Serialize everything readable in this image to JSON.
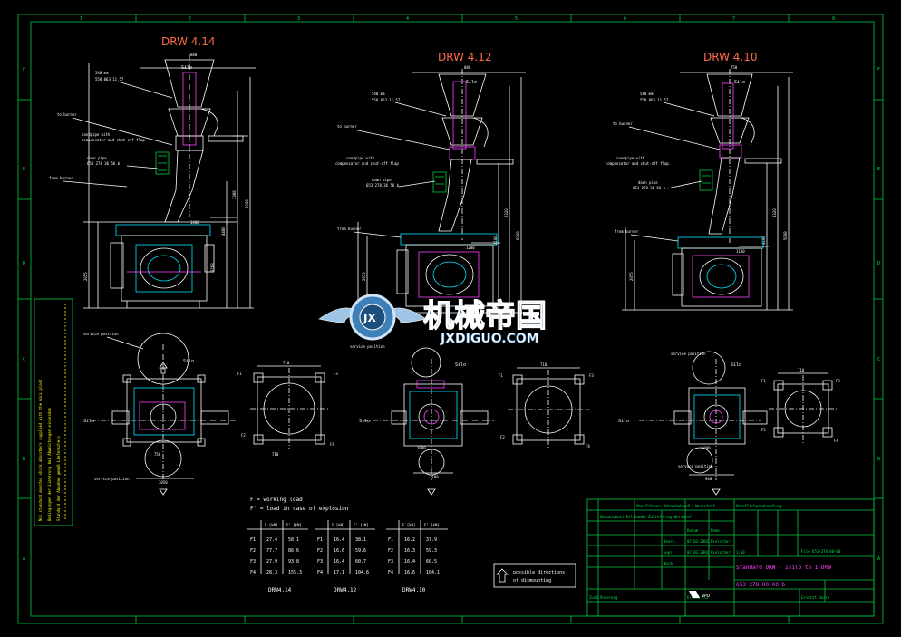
{
  "titles": [
    "DRW 4.14",
    "DRW 4.12",
    "DRW 4.10"
  ],
  "common": {
    "centerline": "Silo",
    "to_burner": "to burner",
    "from_burner": "from burner",
    "service_position": "service position",
    "left_labels": {
      "a": "540 mm",
      "b": "558 863 11 57",
      "c": "sandpipe with",
      "d": "compensator and shut-off flap",
      "e": "down pipe",
      "f": "653 278 36 56 b"
    }
  },
  "dims": {
    "d1": "1400",
    "d2": "880",
    "d3": "3388",
    "d4": "5908",
    "d5": "4488",
    "d6": "3768",
    "d7": "2055",
    "e1": "1200",
    "e2": "3320",
    "e3": "2320",
    "e4": "5008",
    "e5": "4108",
    "f1": "1180",
    "f2": "750",
    "f3": "710",
    "f4": "940",
    "f5": "3050",
    "f6": "1000"
  },
  "legend": {
    "l1": "F  = working load",
    "l2": "F' = load in case of explosion"
  },
  "load_tables": [
    {
      "caption": "DRW4.14",
      "header": [
        "",
        "F [kN]",
        "F' [kN]"
      ],
      "rows": [
        [
          "F1",
          "27.4",
          "58.1"
        ],
        [
          "F2",
          "77.7",
          "86.6"
        ],
        [
          "F3",
          "27.9",
          "93.8"
        ],
        [
          "F4",
          "28.3",
          "155.3"
        ]
      ]
    },
    {
      "caption": "DRW4.12",
      "header": [
        "",
        "F [kN]",
        "F' [kN]"
      ],
      "rows": [
        [
          "F1",
          "16.4",
          "38.1"
        ],
        [
          "F2",
          "16.6",
          "59.6"
        ],
        [
          "F3",
          "16.4",
          "60.7"
        ],
        [
          "F4",
          "17.1",
          "104.6"
        ]
      ]
    },
    {
      "caption": "DRW4.10",
      "header": [
        "",
        "F [kN]",
        "F' [kN]"
      ],
      "rows": [
        [
          "F1",
          "16.2",
          "37.9"
        ],
        [
          "F2",
          "16.3",
          "59.3"
        ],
        [
          "F3",
          "16.4",
          "60.5"
        ],
        [
          "F4",
          "16.6",
          "104.1"
        ]
      ]
    }
  ],
  "dismount_note": {
    "l1": "possible directions",
    "l2": "of dismounting"
  },
  "title_block": {
    "drawing_title": "Standard DRW - Isilo to 1 DRW",
    "drawing_number": "653 278 00 00 b",
    "file": "File  653-278-00-00",
    "scale": "1:50",
    "sheet": "1",
    "hdr1": "Oberflächenbehandlung",
    "hdr2": "Genauigkeit Hilfsmaße Zulieferung   Werkstoff",
    "hdr3": "Oberflächen- Wärmebehandl.  Werkstoff",
    "row_date1": "07.03.2002",
    "row_date2": "07.03.2002",
    "name1": "Hielscher",
    "name2": "Hielscher",
    "label_bear": "Bearb.",
    "label_gepr": "Gepr.",
    "label_norm": "Norm",
    "label_datum": "Datum",
    "label_name": "Name",
    "label_zust": "Zust.",
    "label_aend": "Änderung",
    "label_erst": "Ersatz für",
    "label_ersd": "Ersetzt durch",
    "company": "VPO"
  },
  "watermark": {
    "main": "机械帝国",
    "sub": "JXDIGUO.COM",
    "badge": "JX"
  },
  "border_letters": [
    "A",
    "B",
    "C",
    "D",
    "E",
    "F"
  ],
  "border_numbers": [
    "1",
    "2",
    "3",
    "4",
    "5",
    "6",
    "7",
    "8"
  ],
  "sidebar_notes": [
    "Not standard mounted shock absorbers supplied with the mini plant",
    "Bedingungen der Lieferung bei Abweichungen einsenden",
    "Standard der Abnahme gemäß Lieferschein"
  ]
}
